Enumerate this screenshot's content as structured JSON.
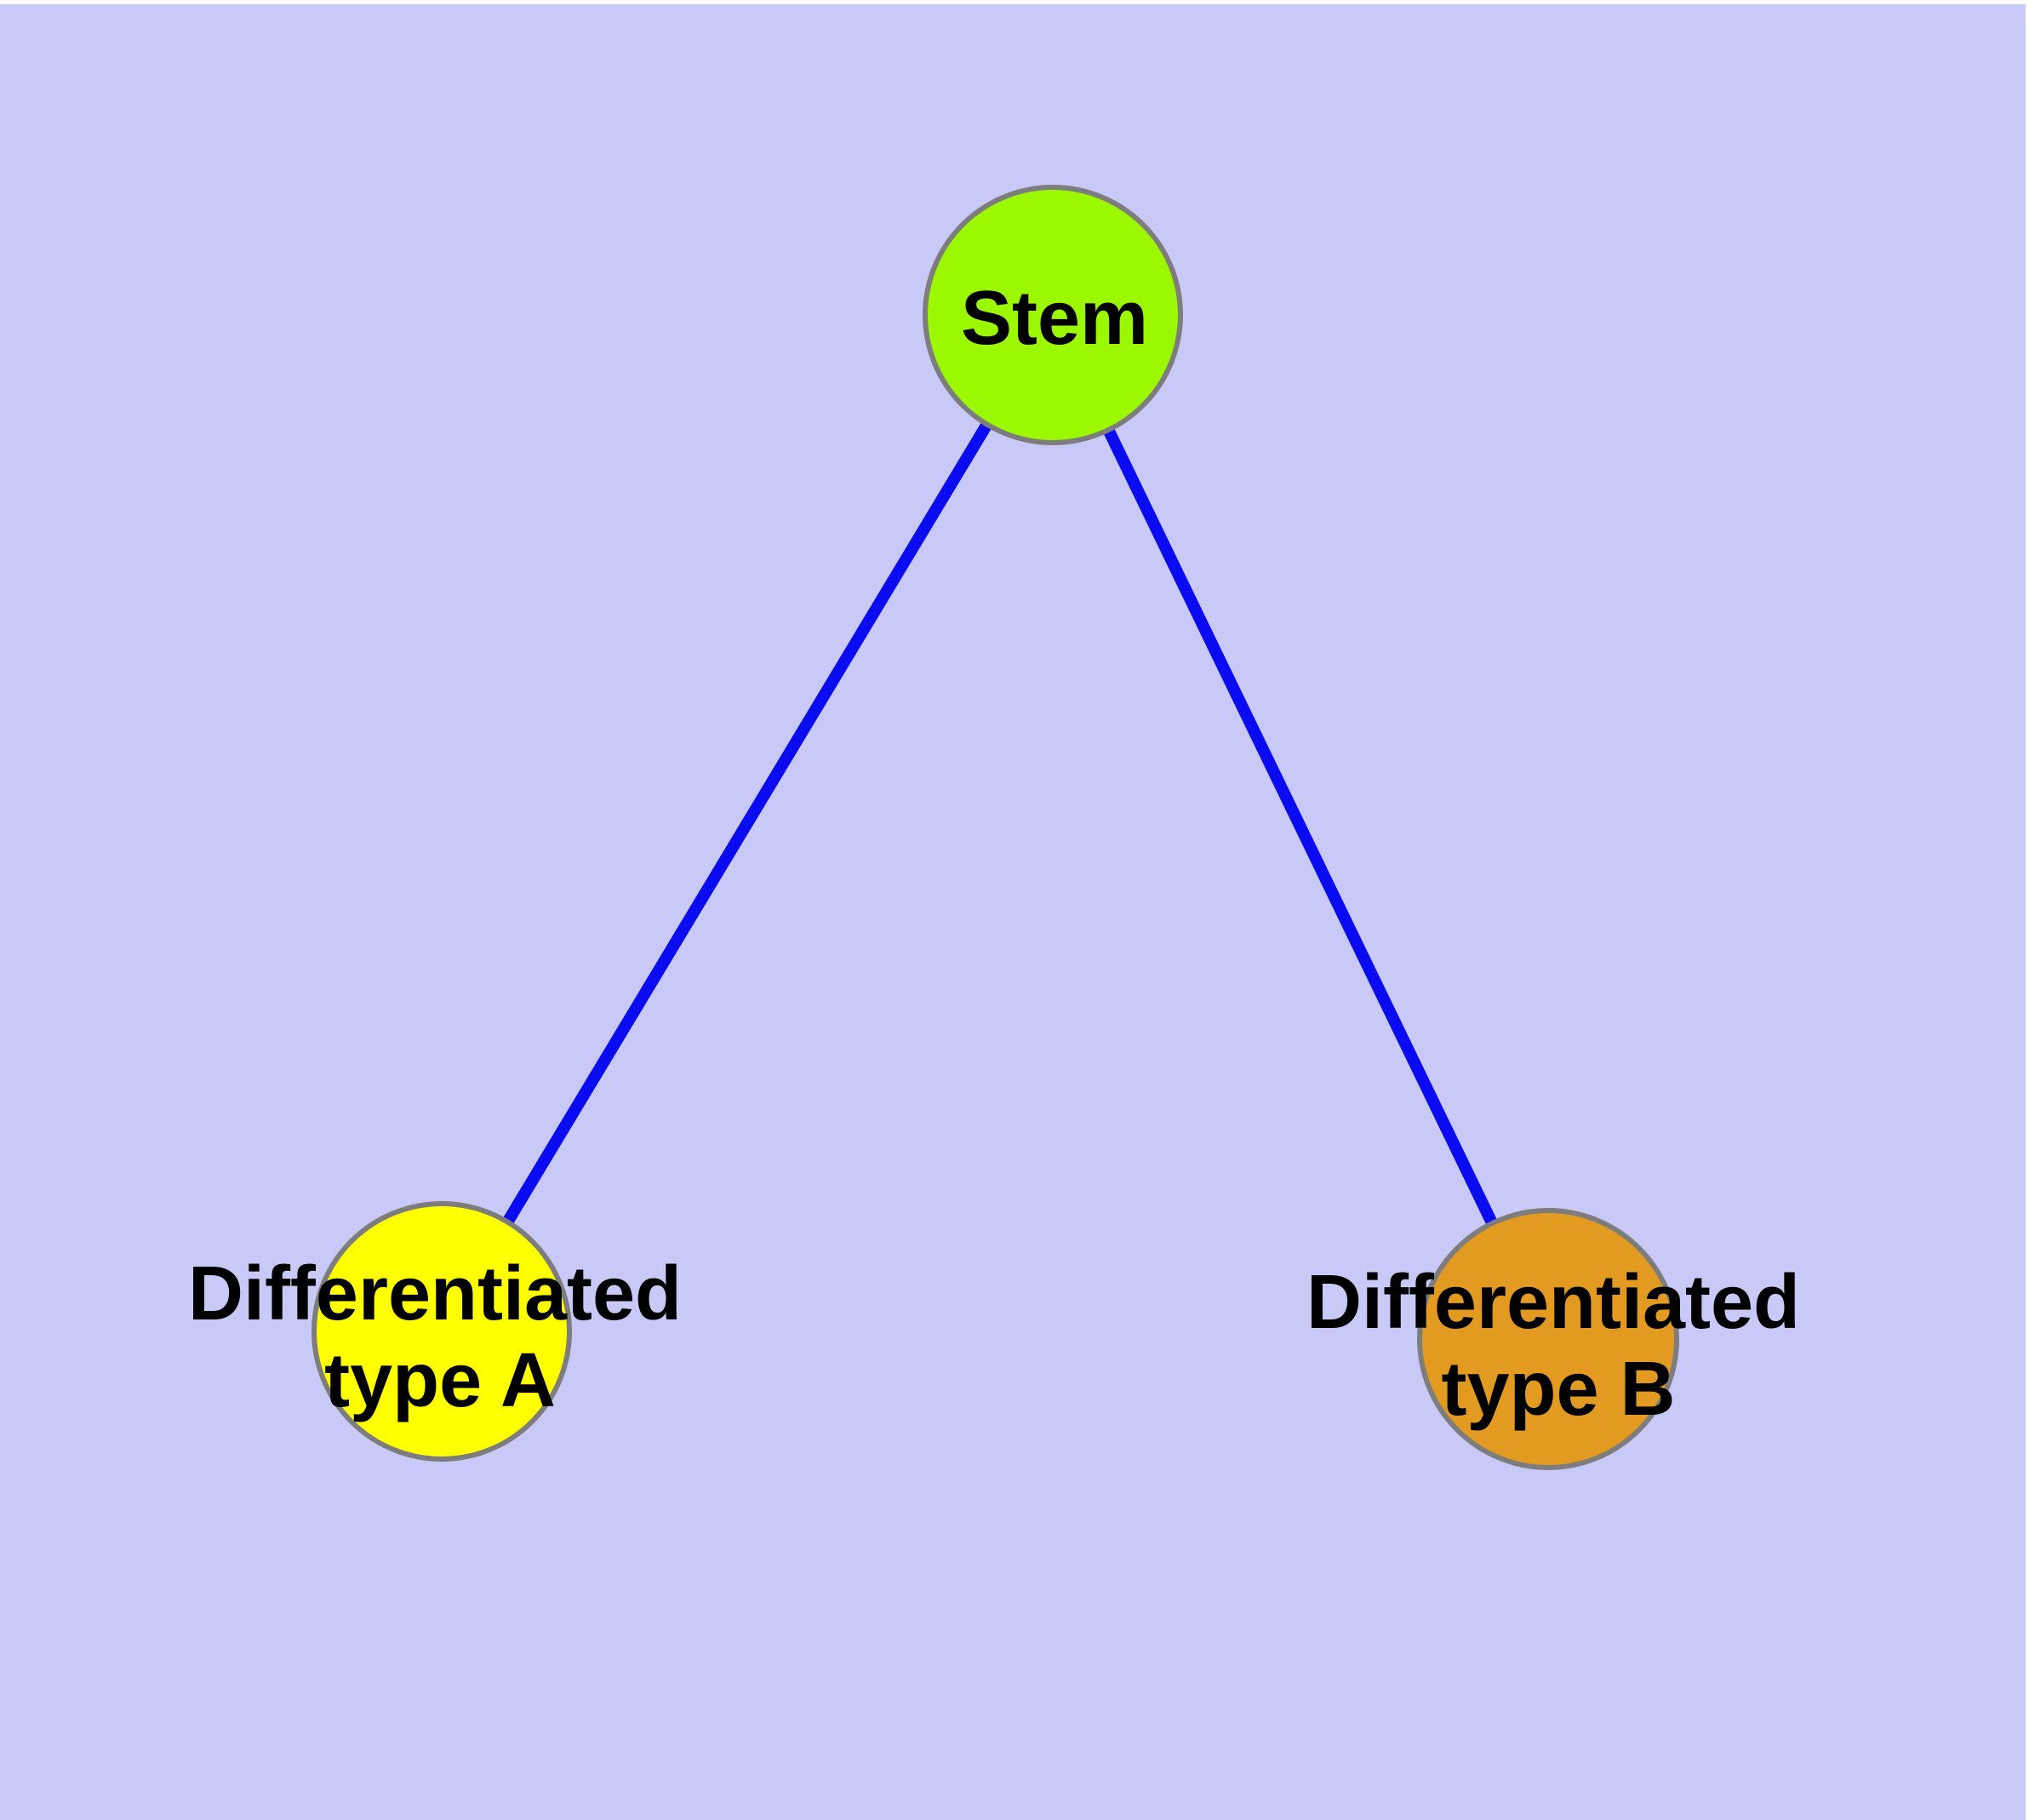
{
  "diagram": {
    "background_color": "#C9C9F7",
    "frame_color": "#FFFFFF",
    "edge_color": "#0B0BF2",
    "node_border_color": "#7D7D7D",
    "label_color": "#000000",
    "nodes": [
      {
        "id": "stem",
        "lines": [
          "Stem"
        ],
        "fill": "#9CF800"
      },
      {
        "id": "differentiated-type-a",
        "lines": [
          "Differentiated",
          "type A"
        ],
        "fill": "#FFFF00"
      },
      {
        "id": "differentiated-type-b",
        "lines": [
          "Differentiated",
          "type B"
        ],
        "fill": "#E29A20"
      }
    ],
    "edges": [
      {
        "from": "stem",
        "to": "differentiated-type-a"
      },
      {
        "from": "stem",
        "to": "differentiated-type-b"
      }
    ]
  }
}
